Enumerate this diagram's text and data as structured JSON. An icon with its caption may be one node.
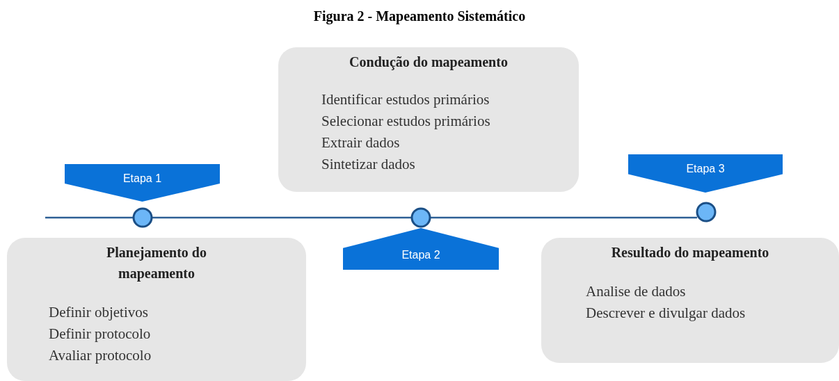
{
  "diagram": {
    "title": "Figura 2 - Mapeamento Sistemático",
    "nodes": [
      {
        "text": [
          "Etapa 1"
        ]
      },
      {
        "text": [
          "Planejamento do mapeamento",
          "Definir objetivos",
          "Definir protocolo",
          "Avaliar protocolo"
        ]
      },
      {
        "text": [
          "Condução do mapeamento",
          "Identificar estudos primários",
          "Selecionar estudos primários",
          "Extrair dados",
          "Sintetizar dados"
        ]
      },
      {
        "text": [
          "Etapa 2"
        ]
      },
      {
        "text": [
          "Etapa 3"
        ]
      },
      {
        "text": [
          "Resultado do mapeamento",
          "Analise de dados",
          "Descrever e divulgar dados"
        ]
      }
    ],
    "edges": []
  }
}
